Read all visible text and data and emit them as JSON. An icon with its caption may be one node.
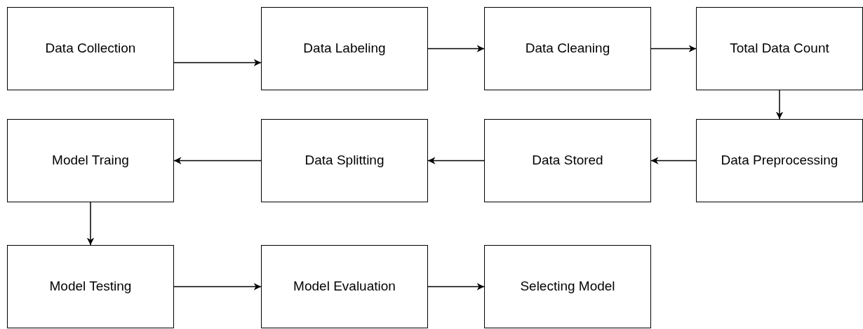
{
  "diagram": {
    "nodes": [
      {
        "text": [
          "Data Collection"
        ]
      },
      {
        "text": [
          "Data Labeling"
        ]
      },
      {
        "text": [
          "Data Cleaning"
        ]
      },
      {
        "text": [
          "Total Data Count"
        ]
      },
      {
        "text": [
          "Data Preprocessing"
        ]
      },
      {
        "text": [
          "Data Stored"
        ]
      },
      {
        "text": [
          "Data Splitting"
        ]
      },
      {
        "text": [
          "Model Traing"
        ]
      },
      {
        "text": [
          "Model Testing"
        ]
      },
      {
        "text": [
          "Model Evaluation"
        ]
      },
      {
        "text": [
          "Selecting Model"
        ]
      }
    ],
    "edges": [
      {
        "from": 0,
        "to": 1,
        "arrow": "to"
      },
      {
        "from": 1,
        "to": 2,
        "arrow": "to"
      },
      {
        "from": 2,
        "to": 3,
        "arrow": "to"
      },
      {
        "from": 3,
        "to": 4,
        "arrow": "to"
      },
      {
        "from": 4,
        "to": 5,
        "arrow": "to"
      },
      {
        "from": 5,
        "to": 6,
        "arrow": "to"
      },
      {
        "from": 6,
        "to": 7,
        "arrow": "to"
      },
      {
        "from": 7,
        "to": 8,
        "arrow": "to"
      },
      {
        "from": 8,
        "to": 9,
        "arrow": "to"
      },
      {
        "from": 9,
        "to": 10,
        "arrow": "to"
      }
    ]
  }
}
